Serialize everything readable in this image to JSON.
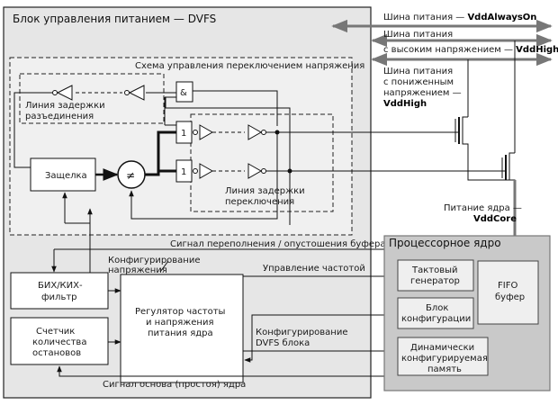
{
  "dvfs_block": {
    "title": "Блок управления питанием — DVFS"
  },
  "switch_scheme": {
    "title": "Схема управления переключением напряжения"
  },
  "isolation_delay": {
    "line1": "Линия задержки",
    "line2": "разъединения"
  },
  "switch_delay": {
    "line1": "Линия задержки",
    "line2": "переключения"
  },
  "latch": {
    "label": "Защелка"
  },
  "and_gate": {
    "label": "&"
  },
  "one_gate": {
    "label": "1"
  },
  "comparator": {
    "label": "≠"
  },
  "signals": {
    "buffer_overflow": "Сигнал переполнения / опустошения буфера",
    "freq_control": "Управление частотой",
    "core_idle": "Сигнал основа (простоя) ядра",
    "voltage_config_l1": "Конфигурирование",
    "voltage_config_l2": "напряжения",
    "dvfs_config_l1": "Конфигурирование",
    "dvfs_config_l2": "DVFS блока"
  },
  "blocks": {
    "filter_l1": "БИХ/КИХ-",
    "filter_l2": "фильтр",
    "counter_l1": "Счетчик",
    "counter_l2": "количества",
    "counter_l3": "остановов",
    "regulator_l1": "Регулятор частоты",
    "regulator_l2": "и напряжения",
    "regulator_l3": "питания ядра"
  },
  "cpu": {
    "title": "Процессорное ядро",
    "clock_l1": "Тактовый",
    "clock_l2": "генератор",
    "config_l1": "Блок",
    "config_l2": "конфигурации",
    "fifo_l1": "FIFO",
    "fifo_l2": "буфер",
    "mem_l1": "Динамически",
    "mem_l2": "конфигурируемая",
    "mem_l3": "память"
  },
  "power": {
    "always_pre": "Шина питания — ",
    "always_bold": "VddAlwaysOn",
    "high_l1": "Шина питания",
    "high_l2_pre": "с высоким напряжением — ",
    "high_bold": "VddHigh",
    "low_l1": "Шина питания",
    "low_l2": "с пониженным",
    "low_l3": "напряжением —",
    "low_bold": "VddHigh",
    "core_l1": "Питание ядра —",
    "core_bold": "VddCore"
  }
}
